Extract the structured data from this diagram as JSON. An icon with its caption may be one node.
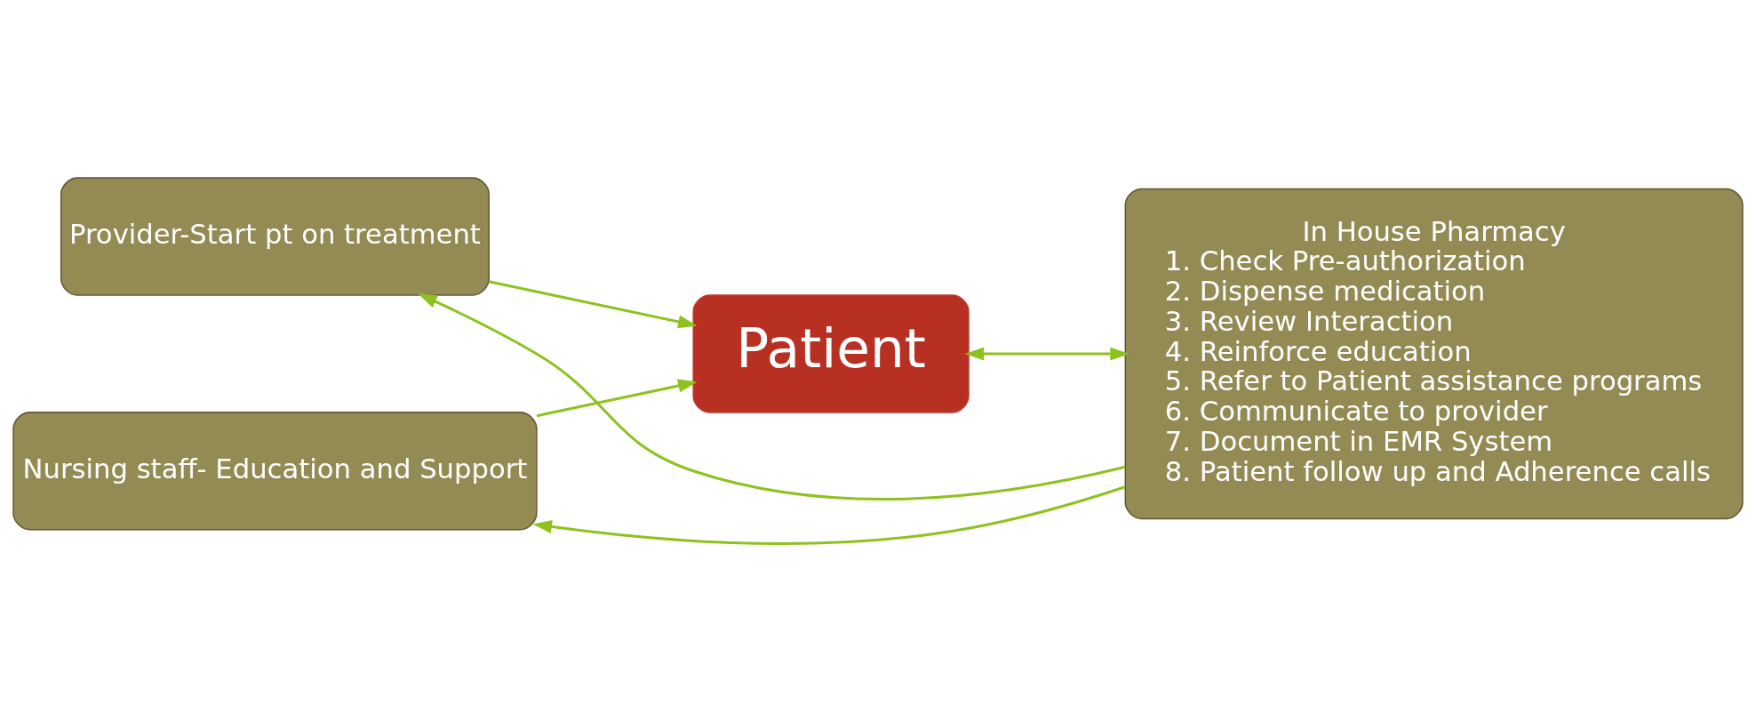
{
  "diagram": {
    "nodes": [
      {
        "text": [
          "Provider-Start pt on treatment"
        ]
      },
      {
        "text": [
          "Nursing staff- Education and Support"
        ]
      },
      {
        "text": [
          "Patient"
        ]
      },
      {
        "text": [
          "In House Pharmacy",
          "1. Check Pre-authorization",
          "2. Dispense medication",
          "3. Review Interaction",
          "4. Reinforce education",
          "5. Refer to Patient assistance programs",
          "6. Communicate to provider",
          "7. Document in EMR System",
          "8. Patient follow up and Adherence calls"
        ]
      }
    ],
    "edges": [
      {
        "from": 0,
        "to": 2,
        "arrow": "to"
      },
      {
        "from": 1,
        "to": 2,
        "arrow": "to"
      },
      {
        "from": 2,
        "to": 3,
        "arrow": "both"
      },
      {
        "from": 3,
        "to": 0,
        "arrow": "to"
      },
      {
        "from": 3,
        "to": 1,
        "arrow": "to"
      }
    ]
  }
}
